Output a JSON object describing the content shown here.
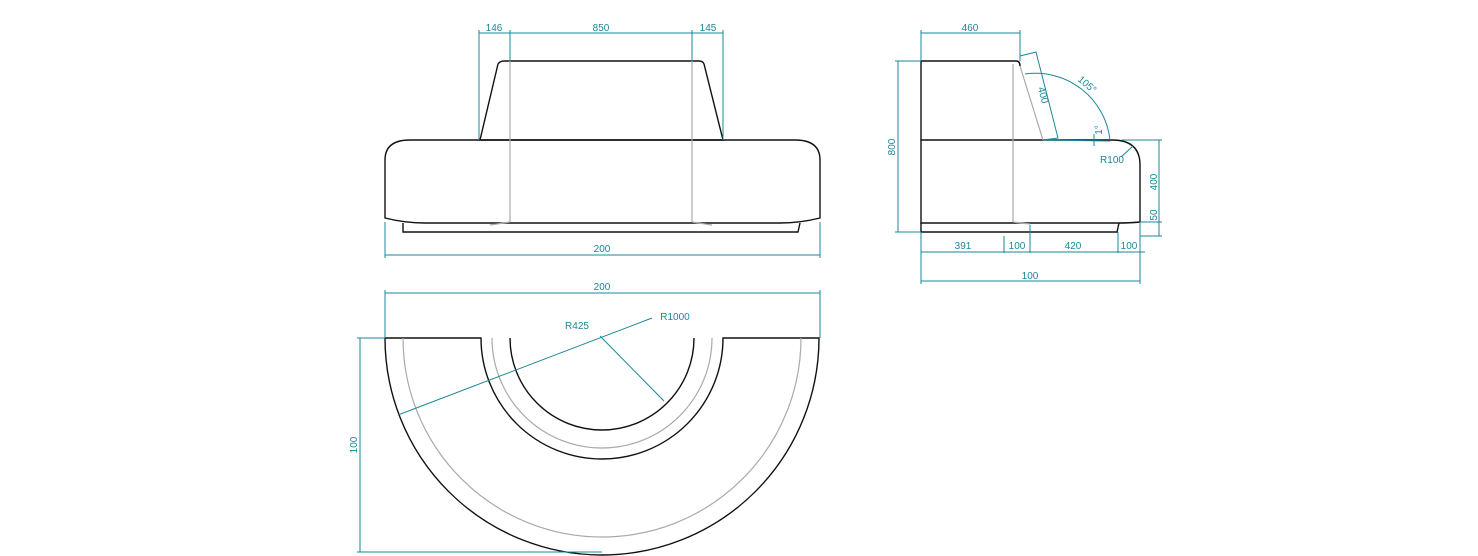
{
  "front_view": {
    "dims": {
      "left_slope": "146",
      "back_width": "850",
      "right_slope": "145",
      "overall_width": "200"
    }
  },
  "side_view": {
    "dims": {
      "back_depth": "460",
      "overall_height": "800",
      "back_cushion": "400",
      "back_angle": "105°",
      "seat_angle": "1°",
      "corner_radius": "R100",
      "seat_height": "400",
      "plinth_height": "50",
      "seg1": "391",
      "seg2": "100",
      "seg3": "420",
      "seg4": "100",
      "overall_depth": "100"
    }
  },
  "top_view": {
    "dims": {
      "overall_width": "200",
      "overall_depth": "100",
      "inner_radius": "R425",
      "outer_radius": "R1000"
    }
  },
  "colors": {
    "dimension": "#1b8798",
    "outline": "#111111"
  }
}
